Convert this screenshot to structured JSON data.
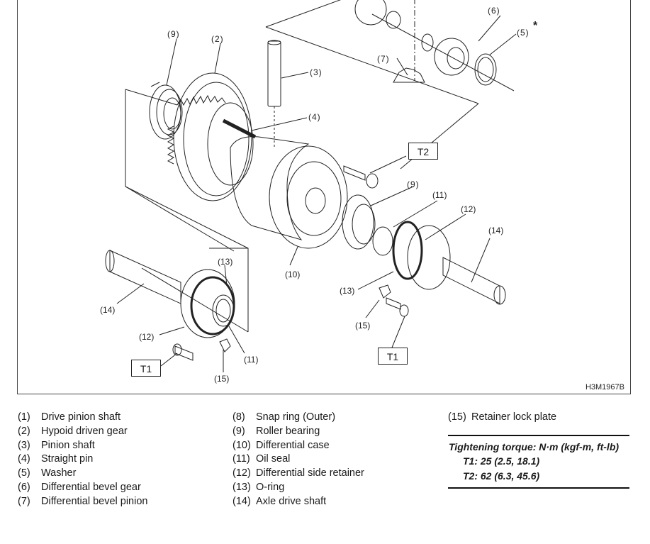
{
  "figure": {
    "id": "H3M1967B",
    "callouts": {
      "c9a": "(9)",
      "c2": "(2)",
      "c3": "(3)",
      "c4": "(4)",
      "c6": "(6)",
      "c5": "(5)",
      "c5star": "*",
      "c7": "(7)",
      "c9b": "(9)",
      "c11a": "(11)",
      "c12a": "(12)",
      "c14a": "(14)",
      "c10": "(10)",
      "c13a": "(13)",
      "c15a": "(15)",
      "c13b": "(13)",
      "c14b": "(14)",
      "c12b": "(12)",
      "c11b": "(11)",
      "c15b": "(15)"
    },
    "torque_boxes": {
      "t2": "T2",
      "t1a": "T1",
      "t1b": "T1"
    }
  },
  "legend": {
    "col1": [
      {
        "num": "(1)",
        "label": "Drive pinion shaft"
      },
      {
        "num": "(2)",
        "label": "Hypoid driven gear"
      },
      {
        "num": "(3)",
        "label": "Pinion shaft"
      },
      {
        "num": "(4)",
        "label": "Straight pin"
      },
      {
        "num": "(5)",
        "label": "Washer"
      },
      {
        "num": "(6)",
        "label": "Differential bevel gear"
      },
      {
        "num": "(7)",
        "label": "Differential bevel pinion"
      }
    ],
    "col2": [
      {
        "num": "(8)",
        "label": "Snap ring (Outer)"
      },
      {
        "num": "(9)",
        "label": "Roller bearing"
      },
      {
        "num": "(10)",
        "label": "Differential case"
      },
      {
        "num": "(11)",
        "label": "Oil seal"
      },
      {
        "num": "(12)",
        "label": "Differential side retainer"
      },
      {
        "num": "(13)",
        "label": "O-ring"
      },
      {
        "num": "(14)",
        "label": "Axle drive shaft"
      }
    ],
    "col3": [
      {
        "num": "(15)",
        "label": "Retainer lock plate"
      }
    ]
  },
  "torque": {
    "title": "Tightening torque: N·m (kgf-m, ft-lb)",
    "rows": [
      {
        "label": "T1: 25 (2.5, 18.1)"
      },
      {
        "label": "T2: 62 (6.3, 45.6)"
      }
    ]
  }
}
